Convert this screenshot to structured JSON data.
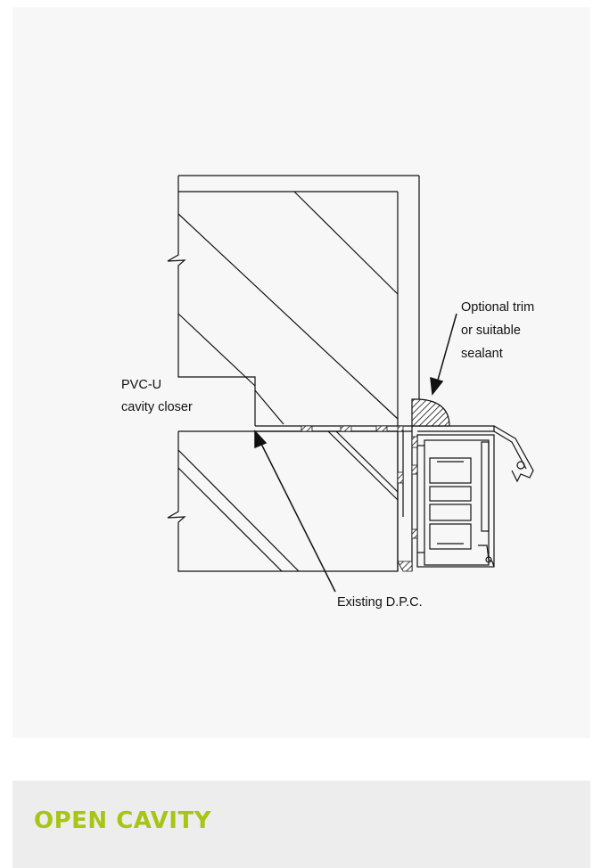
{
  "diagram": {
    "labels": {
      "trim_line1": "Optional trim",
      "trim_line2": "or suitable",
      "trim_line3": "sealant",
      "closer_line1": "PVC-U",
      "closer_line2": "cavity closer",
      "dpc": "Existing D.P.C."
    }
  },
  "footer": {
    "title": "OPEN CAVITY"
  },
  "colors": {
    "footer_title": "#a8c414",
    "panel_bg": "#f7f7f7",
    "footer_bg": "#ededed",
    "line": "#111111"
  }
}
